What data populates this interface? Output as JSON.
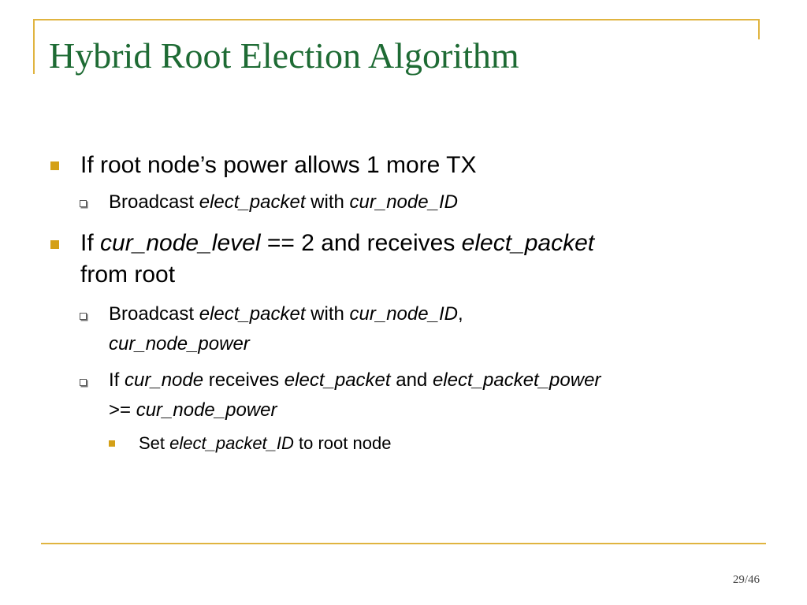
{
  "slide": {
    "title": "Hybrid Root Election Algorithm",
    "page_number": "29/46",
    "accent_color": "#e0b440",
    "title_color": "#1e6b34",
    "bullet_color": "#d4a017"
  },
  "bullets": [
    {
      "level1": "If root node’s power allows 1 more TX",
      "sub": [
        {
          "a": "Broadcast ",
          "b": "elect_packet",
          "c": " with ",
          "d": "cur_node_ID"
        }
      ]
    },
    {
      "p1": "If ",
      "p2": "cur_node_level",
      "p3": " == 2 and receives ",
      "p4": "elect_packet",
      "p5": "from root",
      "sub": [
        {
          "a": "Broadcast ",
          "b": "elect_packet",
          "c": " with ",
          "d": "cur_node_ID",
          "e": ",",
          "f": "cur_node_power"
        },
        {
          "a": "If ",
          "b": "cur_node",
          "c": " receives ",
          "d": "elect_packet",
          "e": " and ",
          "f": "elect_packet_power",
          "g": ">= ",
          "h": "cur_node_power",
          "sub": [
            {
              "a": "Set ",
              "b": "elect_packet_ID",
              "c": " to root node"
            }
          ]
        }
      ]
    }
  ]
}
